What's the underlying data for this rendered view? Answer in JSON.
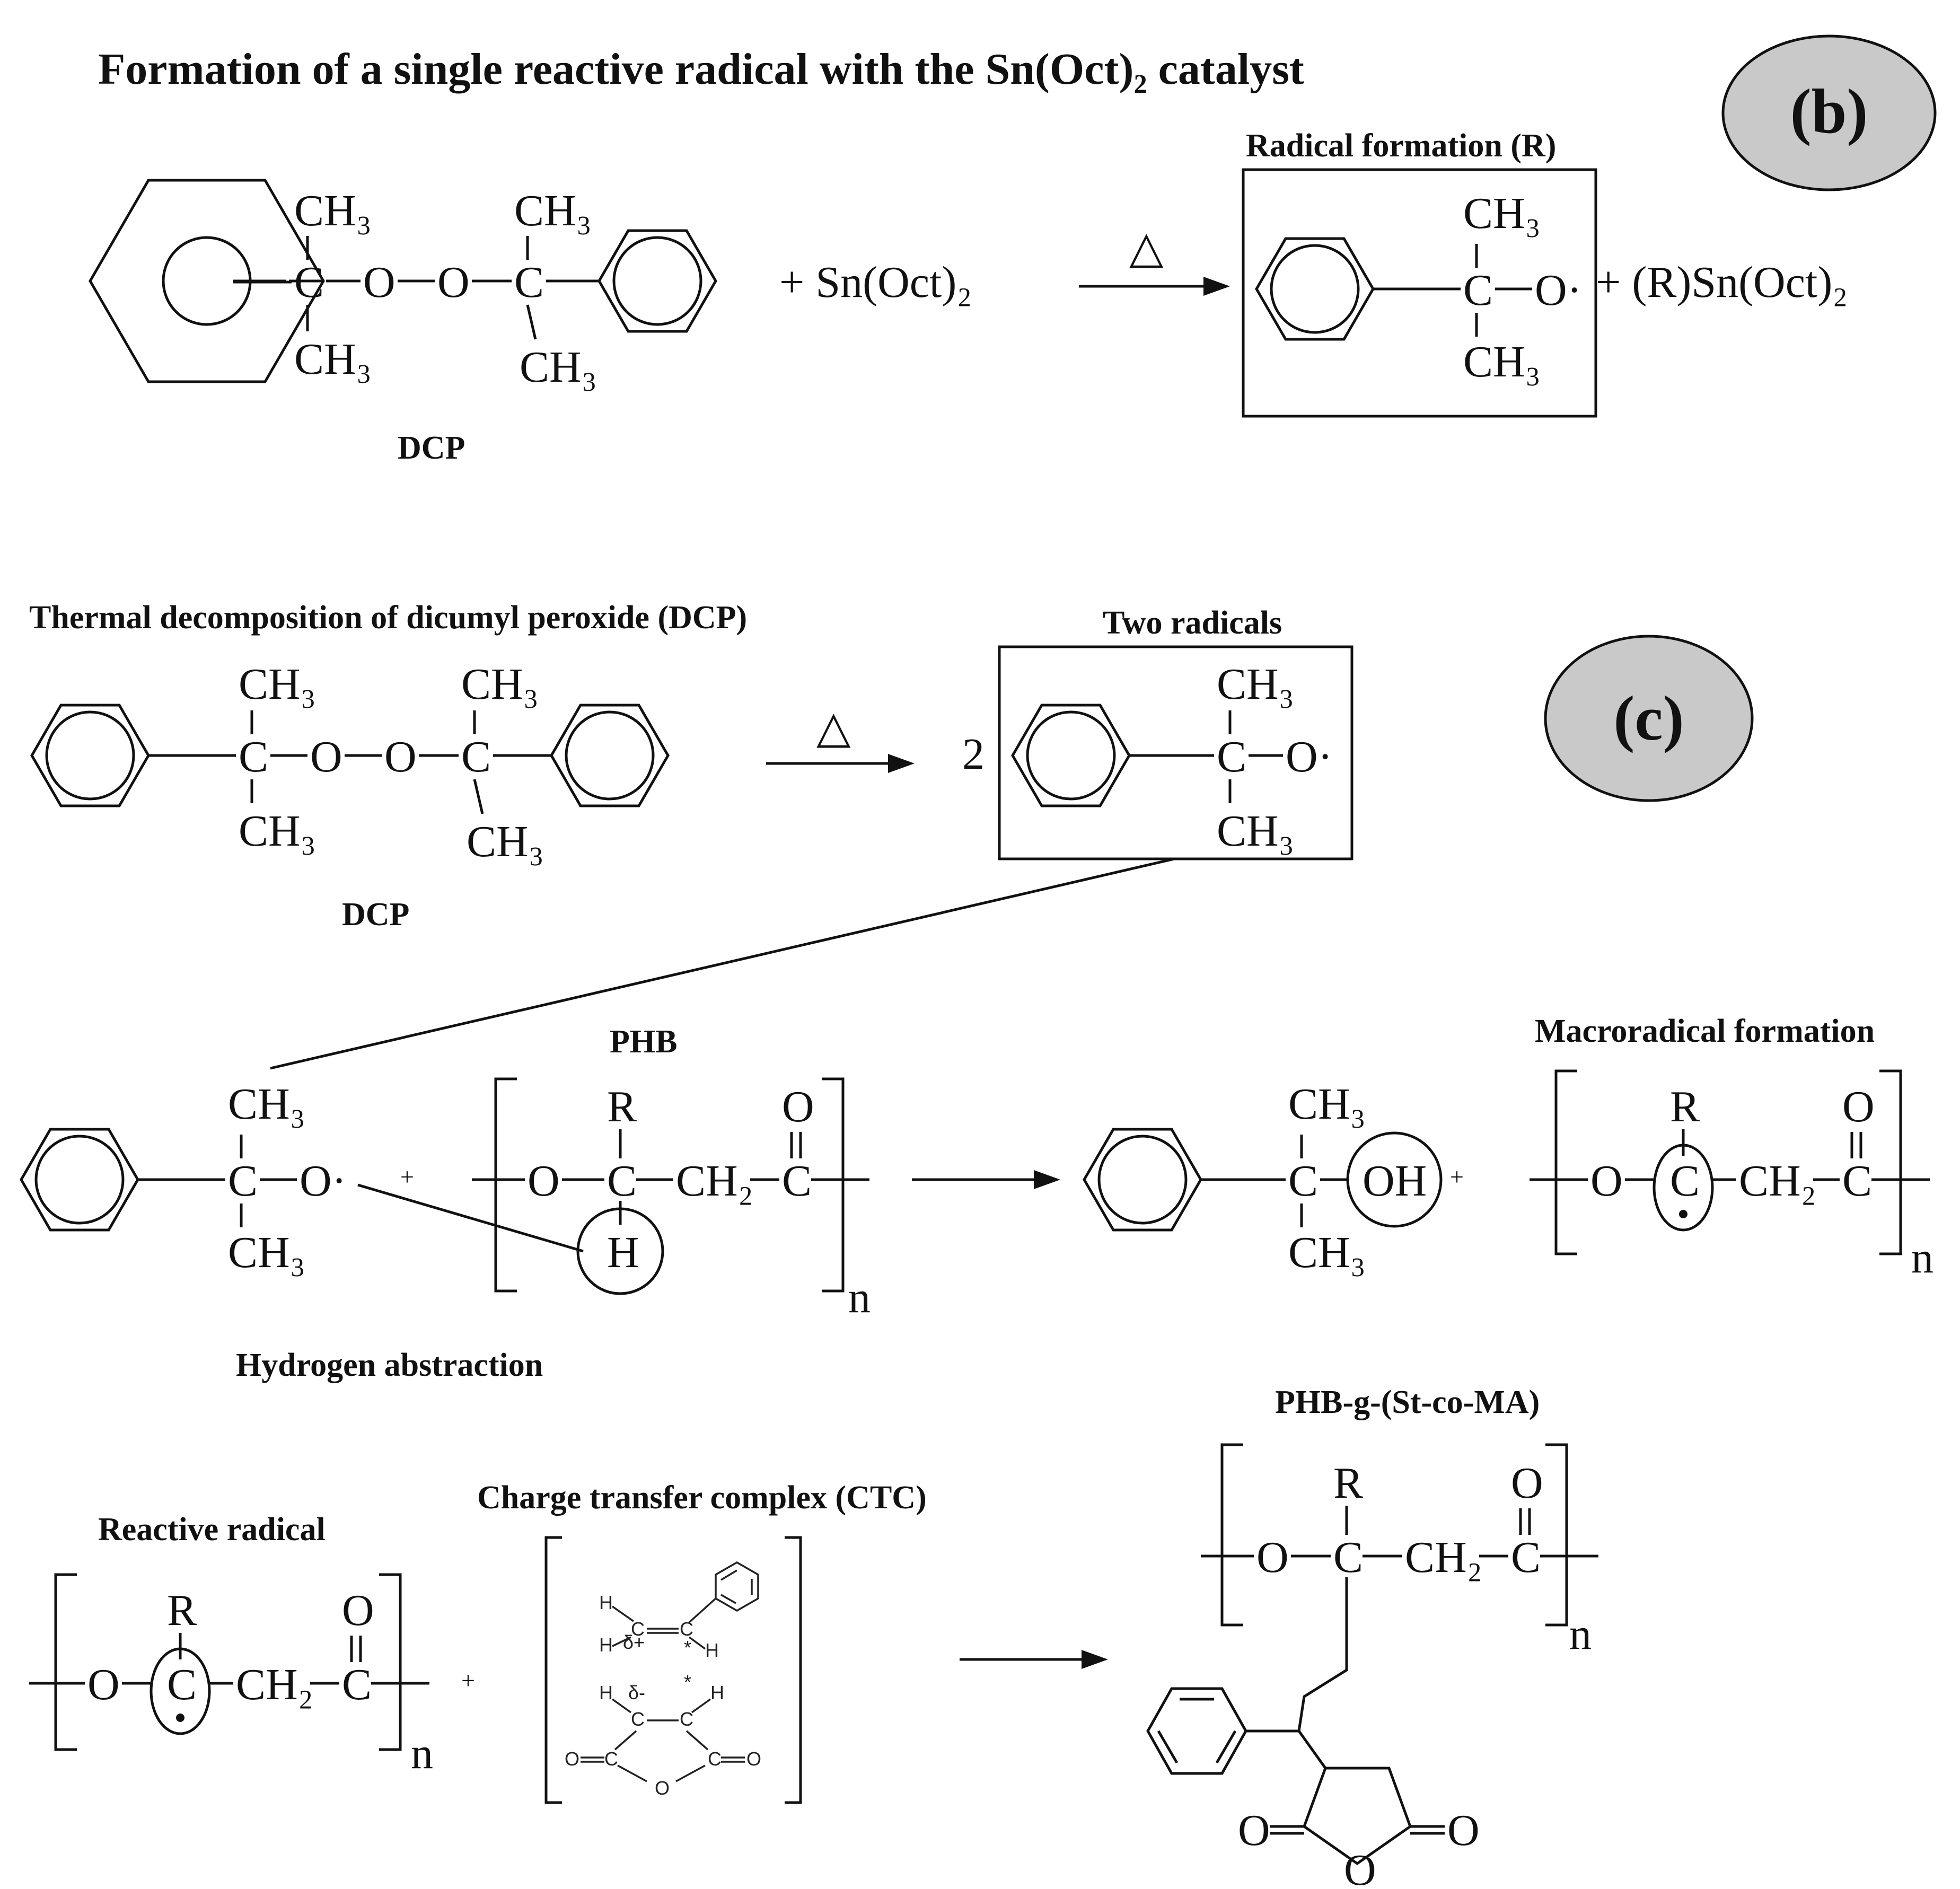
{
  "panel_b": {
    "title": "Formation of a single reactive radical with the Sn(Oct)₂ catalyst",
    "badge": "(b)",
    "dcp_label": "DCP",
    "box_label": "Radical formation (R)",
    "reactant_plus": "+ Sn(Oct)₂",
    "product_plus": "+ (R)Sn(Oct)₂",
    "heat": "△"
  },
  "panel_c": {
    "badge": "(c)",
    "title": "Thermal decomposition of dicumyl peroxide (DCP)",
    "dcp_label": "DCP",
    "box_label": "Two radicals",
    "coefficient": "2",
    "heat": "△",
    "phb_label": "PHB",
    "macroradical_label": "Macroradical formation",
    "abstraction_label": "Hydrogen abstraction",
    "reactive_label": "Reactive radical",
    "ctc_label": "Charge transfer complex (CTC)",
    "product_label": "PHB-g-(St-co-MA)"
  },
  "atoms": {
    "ch3": "CH₃",
    "c": "C",
    "o": "O",
    "o_rad": "O·",
    "r": "R",
    "h": "H",
    "oh": "OH",
    "ch2": "CH₂",
    "n": "n",
    "plus": "+",
    "dot": "·",
    "delta_plus": "δ+",
    "delta_minus": "δ-",
    "star": "*"
  }
}
